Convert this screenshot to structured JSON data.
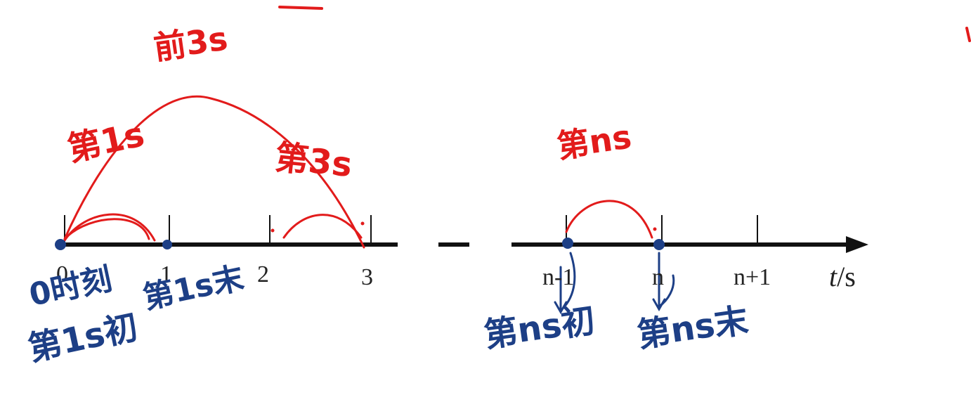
{
  "axis": {
    "ticks_left": [
      "0",
      "1",
      "2",
      "3"
    ],
    "ticks_right": [
      "n-1",
      "n",
      "n+1"
    ],
    "unit_italic": "t",
    "unit_rest": "/s"
  },
  "annotations": {
    "red": {
      "first3": "前3s",
      "sec1": "第1s",
      "sec3": "第3s",
      "secn": "第ns"
    },
    "blue": {
      "moment0": "0时刻",
      "start1": "第1s初",
      "end1": "第1s末",
      "startn": "第ns初",
      "endn": "第ns末"
    }
  },
  "colors": {
    "axis": "#111111",
    "ink_red": "#e21b1b",
    "ink_blue": "#1d3f86"
  }
}
